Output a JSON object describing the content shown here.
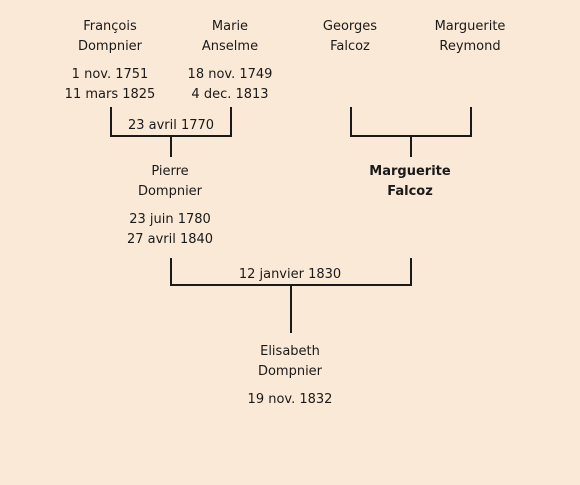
{
  "people": {
    "francois": {
      "first": "François",
      "last": "Dompnier",
      "birth": "1 nov. 1751",
      "death": "11 mars 1825"
    },
    "marie": {
      "first": "Marie",
      "last": "Anselme",
      "birth": "18 nov. 1749",
      "death": "4 dec. 1813"
    },
    "georges": {
      "first": "Georges",
      "last": "Falcoz"
    },
    "marguerite_r": {
      "first": "Marguerite",
      "last": "Reymond"
    },
    "pierre": {
      "first": "Pierre",
      "last": "Dompnier",
      "birth": "23 juin 1780",
      "death": "27 avril 1840"
    },
    "marguerite_f": {
      "first": "Marguerite",
      "last": "Falcoz"
    },
    "elisabeth": {
      "first": "Elisabeth",
      "last": "Dompnier",
      "birth": "19 nov. 1832"
    }
  },
  "marriages": {
    "francois_marie": "23 avril 1770",
    "pierre_marguerite": "12 janvier 1830"
  }
}
